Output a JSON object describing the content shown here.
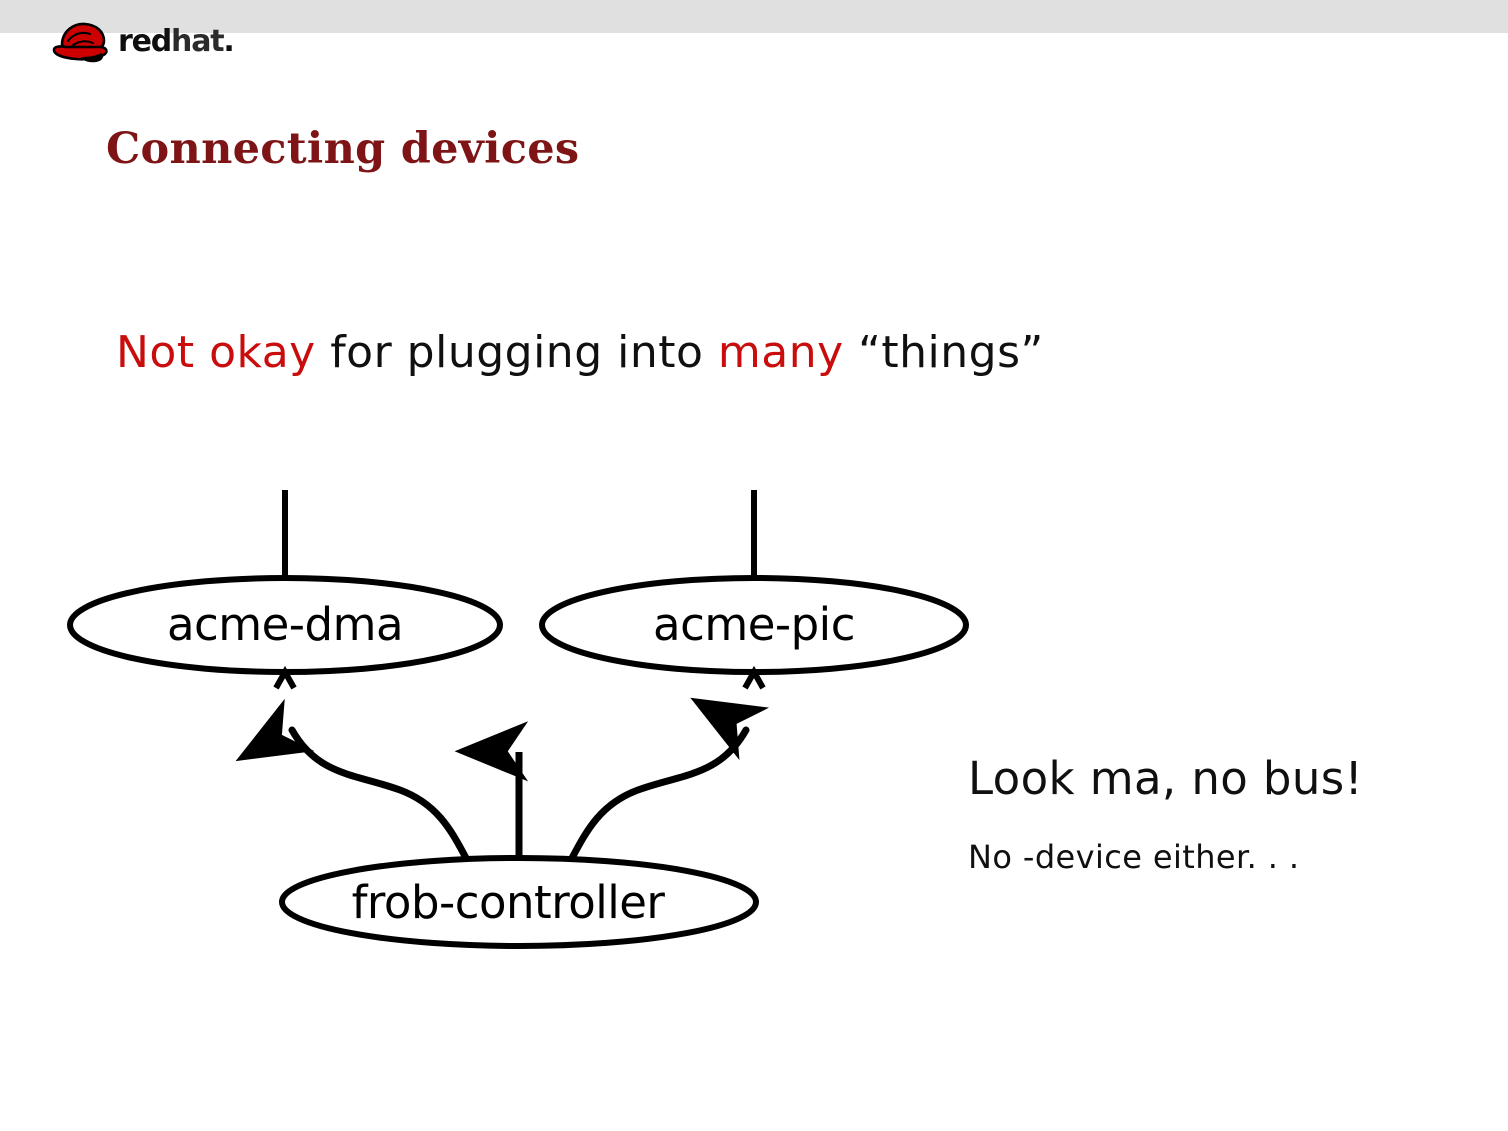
{
  "slide": {
    "title": "Connecting devices",
    "statement": {
      "part1": "Not okay",
      "part2": " for plugging into ",
      "part3": "many",
      "part4": " “things”",
      "accent_color": "#c90d0d"
    },
    "title_color": "#7e1416",
    "background_color": "#ffffff",
    "top_band_color": "#e0e0e0"
  },
  "branding": {
    "logo_word_red": "red",
    "logo_word_hat": "hat",
    "logo_word_dot": ".",
    "hat_color": "#cc0000",
    "mark_name": "redhat-shadowman-logo"
  },
  "diagram": {
    "type": "device-tree-graph",
    "nodes": [
      {
        "id": "acme-dma",
        "label": "acme-dma"
      },
      {
        "id": "acme-pic",
        "label": "acme-pic"
      },
      {
        "id": "frob-controller",
        "label": "frob-controller"
      }
    ],
    "edges": [
      {
        "from": "frob-controller",
        "to": "acme-dma",
        "style": "curved",
        "arrow": true
      },
      {
        "from": "frob-controller",
        "to": "acme-pic",
        "style": "curved",
        "arrow": true
      },
      {
        "from": "frob-controller",
        "to": "up",
        "style": "straight",
        "arrow": true
      }
    ],
    "stubs": [
      {
        "on": "acme-dma",
        "direction": "up",
        "arrow": false
      },
      {
        "on": "acme-pic",
        "direction": "up",
        "arrow": false
      }
    ]
  },
  "captions": {
    "main": "Look ma, no bus!",
    "sub": "No -device either. . ."
  }
}
